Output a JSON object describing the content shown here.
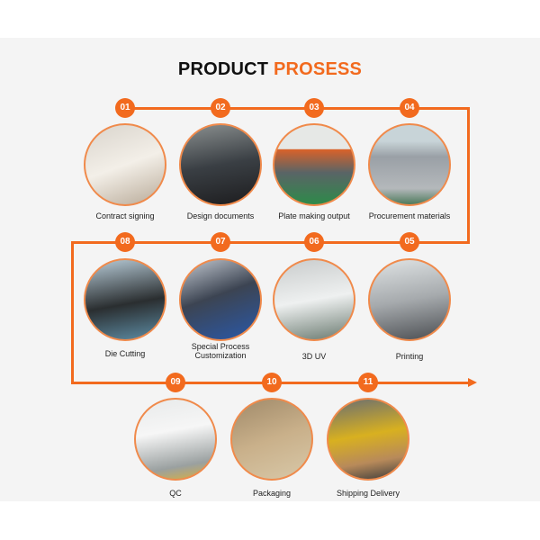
{
  "title": {
    "part1": "PRODUCT",
    "part2": "PROSESS"
  },
  "colors": {
    "accent": "#f26a1e",
    "background": "#f4f4f4"
  },
  "steps": [
    {
      "number": "01",
      "label": "Contract signing",
      "image": "contract-signing-photo"
    },
    {
      "number": "02",
      "label": "Design documents",
      "image": "designer-at-computer-photo"
    },
    {
      "number": "03",
      "label": "Plate making output",
      "image": "plate-making-machine-photo"
    },
    {
      "number": "04",
      "label": "Procurement materials",
      "image": "material-rolls-photo"
    },
    {
      "number": "05",
      "label": "Printing",
      "image": "printing-machine-photo"
    },
    {
      "number": "06",
      "label": "3D UV",
      "image": "uv-machine-photo"
    },
    {
      "number": "07",
      "label": "Special Process Customization",
      "image": "special-process-machine-photo"
    },
    {
      "number": "08",
      "label": "Die Cutting",
      "image": "die-cutting-machine-photo"
    },
    {
      "number": "09",
      "label": "QC",
      "image": "quality-control-photo"
    },
    {
      "number": "10",
      "label": "Packaging",
      "image": "packaging-boxes-photo"
    },
    {
      "number": "11",
      "label": "Shipping Delivery",
      "image": "shipping-workers-photo"
    }
  ]
}
